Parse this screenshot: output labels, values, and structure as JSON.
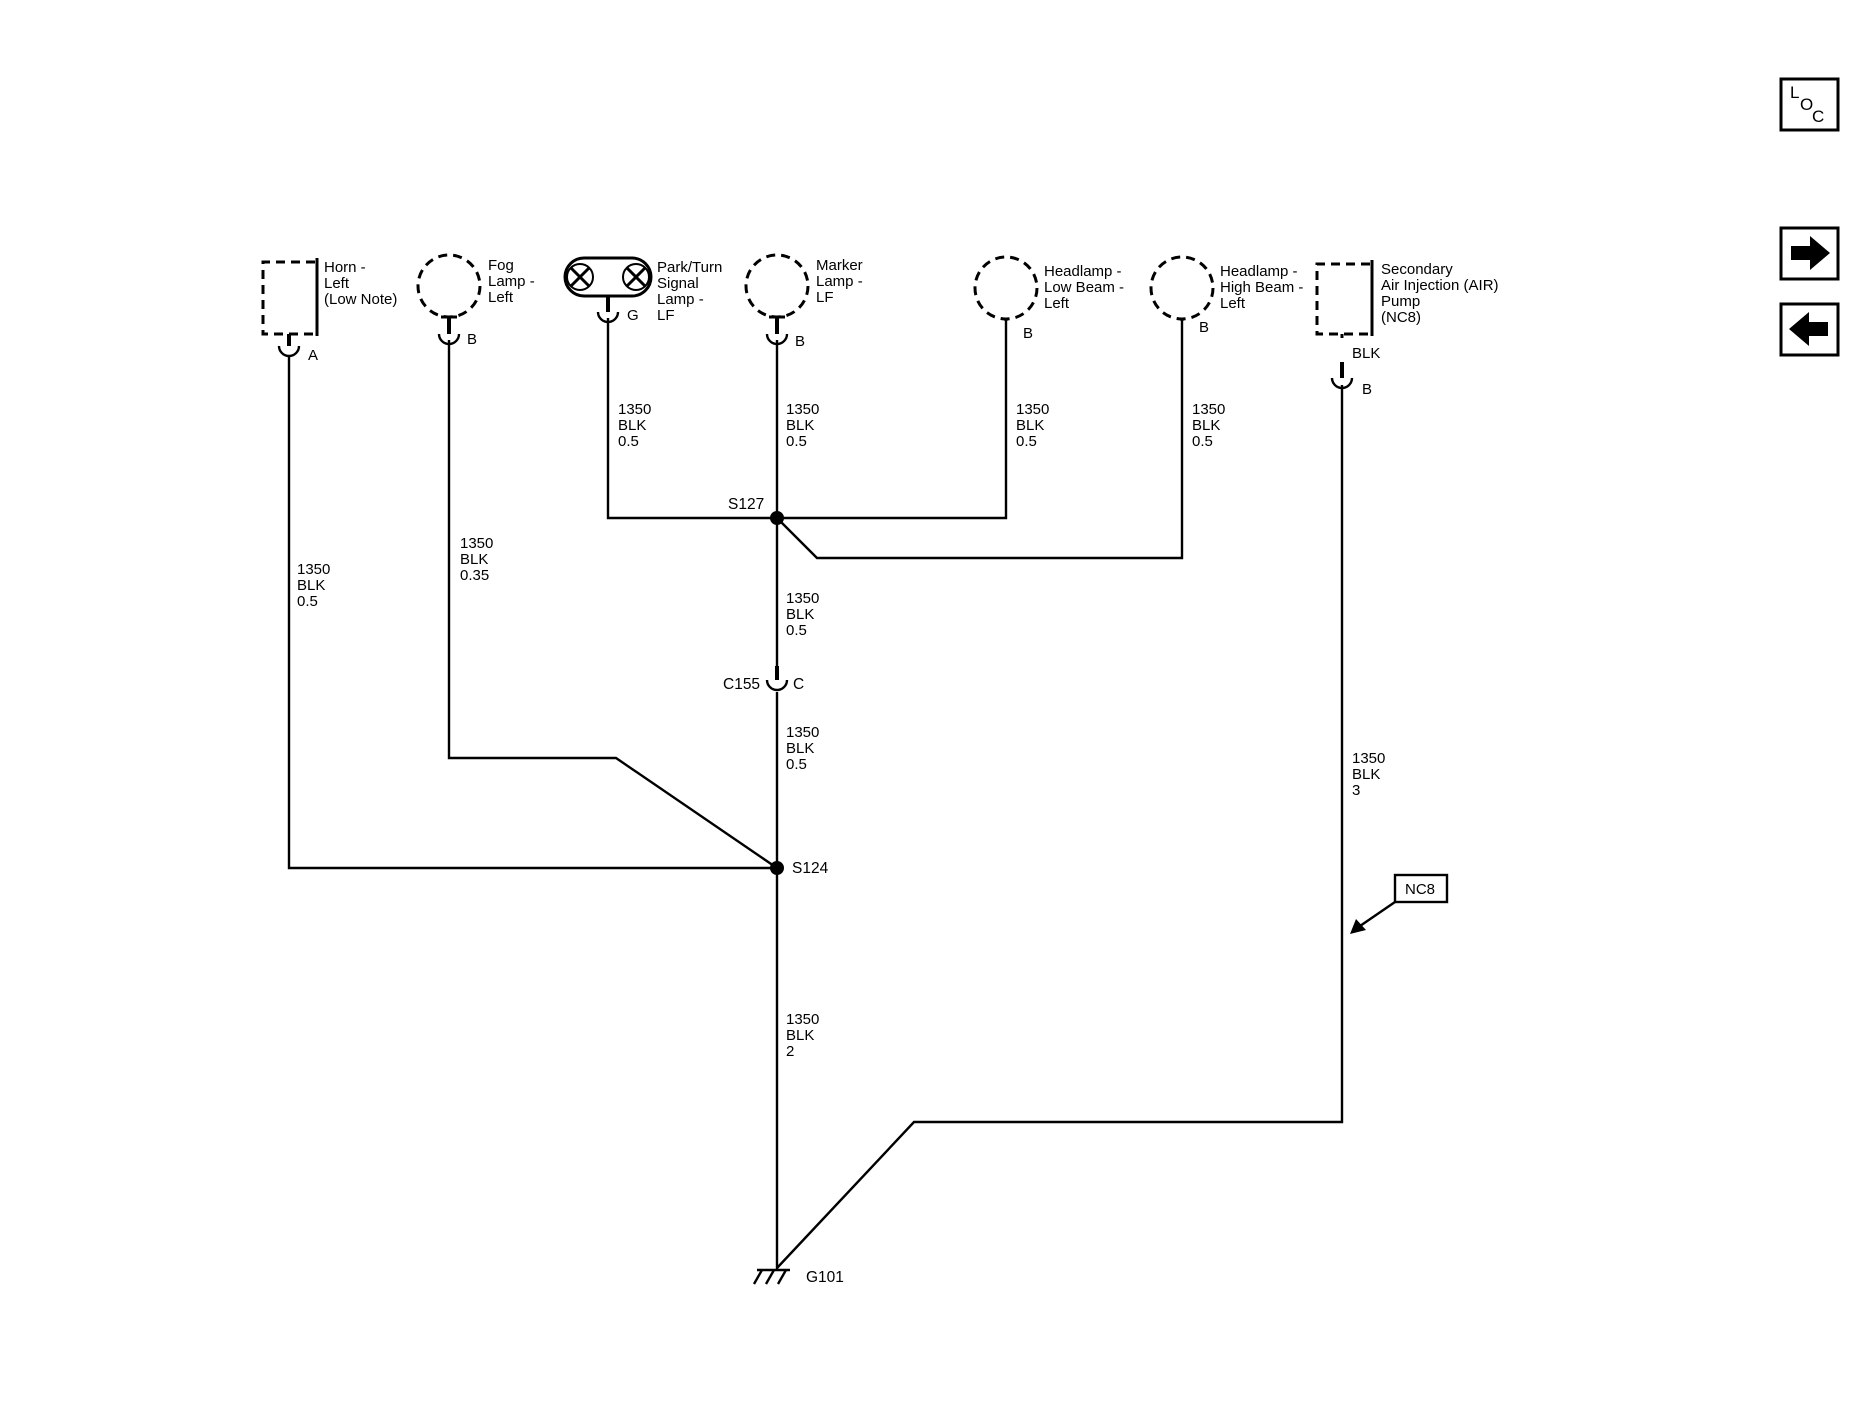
{
  "nav": {
    "loc": {
      "l": "L",
      "o": "O",
      "c": "C"
    }
  },
  "components": {
    "horn": [
      "Horn -",
      "Left",
      "(Low Note)"
    ],
    "fog": [
      "Fog",
      "Lamp -",
      "Left"
    ],
    "park": [
      "Park/Turn",
      "Signal",
      "Lamp -",
      "LF"
    ],
    "marker": [
      "Marker",
      "Lamp -",
      "LF"
    ],
    "low_beam": [
      "Headlamp -",
      "Low Beam -",
      "Left"
    ],
    "high_beam": [
      "Headlamp -",
      "High Beam -",
      "Left"
    ],
    "air_pump": [
      "Secondary",
      "Air Injection (AIR)",
      "Pump",
      "(NC8)"
    ]
  },
  "pins": {
    "horn": "A",
    "fog": "B",
    "park": "G",
    "marker": "B",
    "low_beam": "B",
    "high_beam": "B",
    "air_pump": "B",
    "c155": "C"
  },
  "air_pump_color": "BLK",
  "wires": {
    "horn": [
      "1350",
      "BLK",
      "0.5"
    ],
    "fog": [
      "1350",
      "BLK",
      "0.35"
    ],
    "park": [
      "1350",
      "BLK",
      "0.5"
    ],
    "marker": [
      "1350",
      "BLK",
      "0.5"
    ],
    "low_beam": [
      "1350",
      "BLK",
      "0.5"
    ],
    "high_beam": [
      "1350",
      "BLK",
      "0.5"
    ],
    "s127_c155": [
      "1350",
      "BLK",
      "0.5"
    ],
    "c155_s124": [
      "1350",
      "BLK",
      "0.5"
    ],
    "s124_g101": [
      "1350",
      "BLK",
      "2"
    ],
    "air_pump": [
      "1350",
      "BLK",
      "3"
    ]
  },
  "splices": {
    "s127": "S127",
    "s124": "S124"
  },
  "connector": "C155",
  "ground": "G101",
  "option_tag": "NC8"
}
